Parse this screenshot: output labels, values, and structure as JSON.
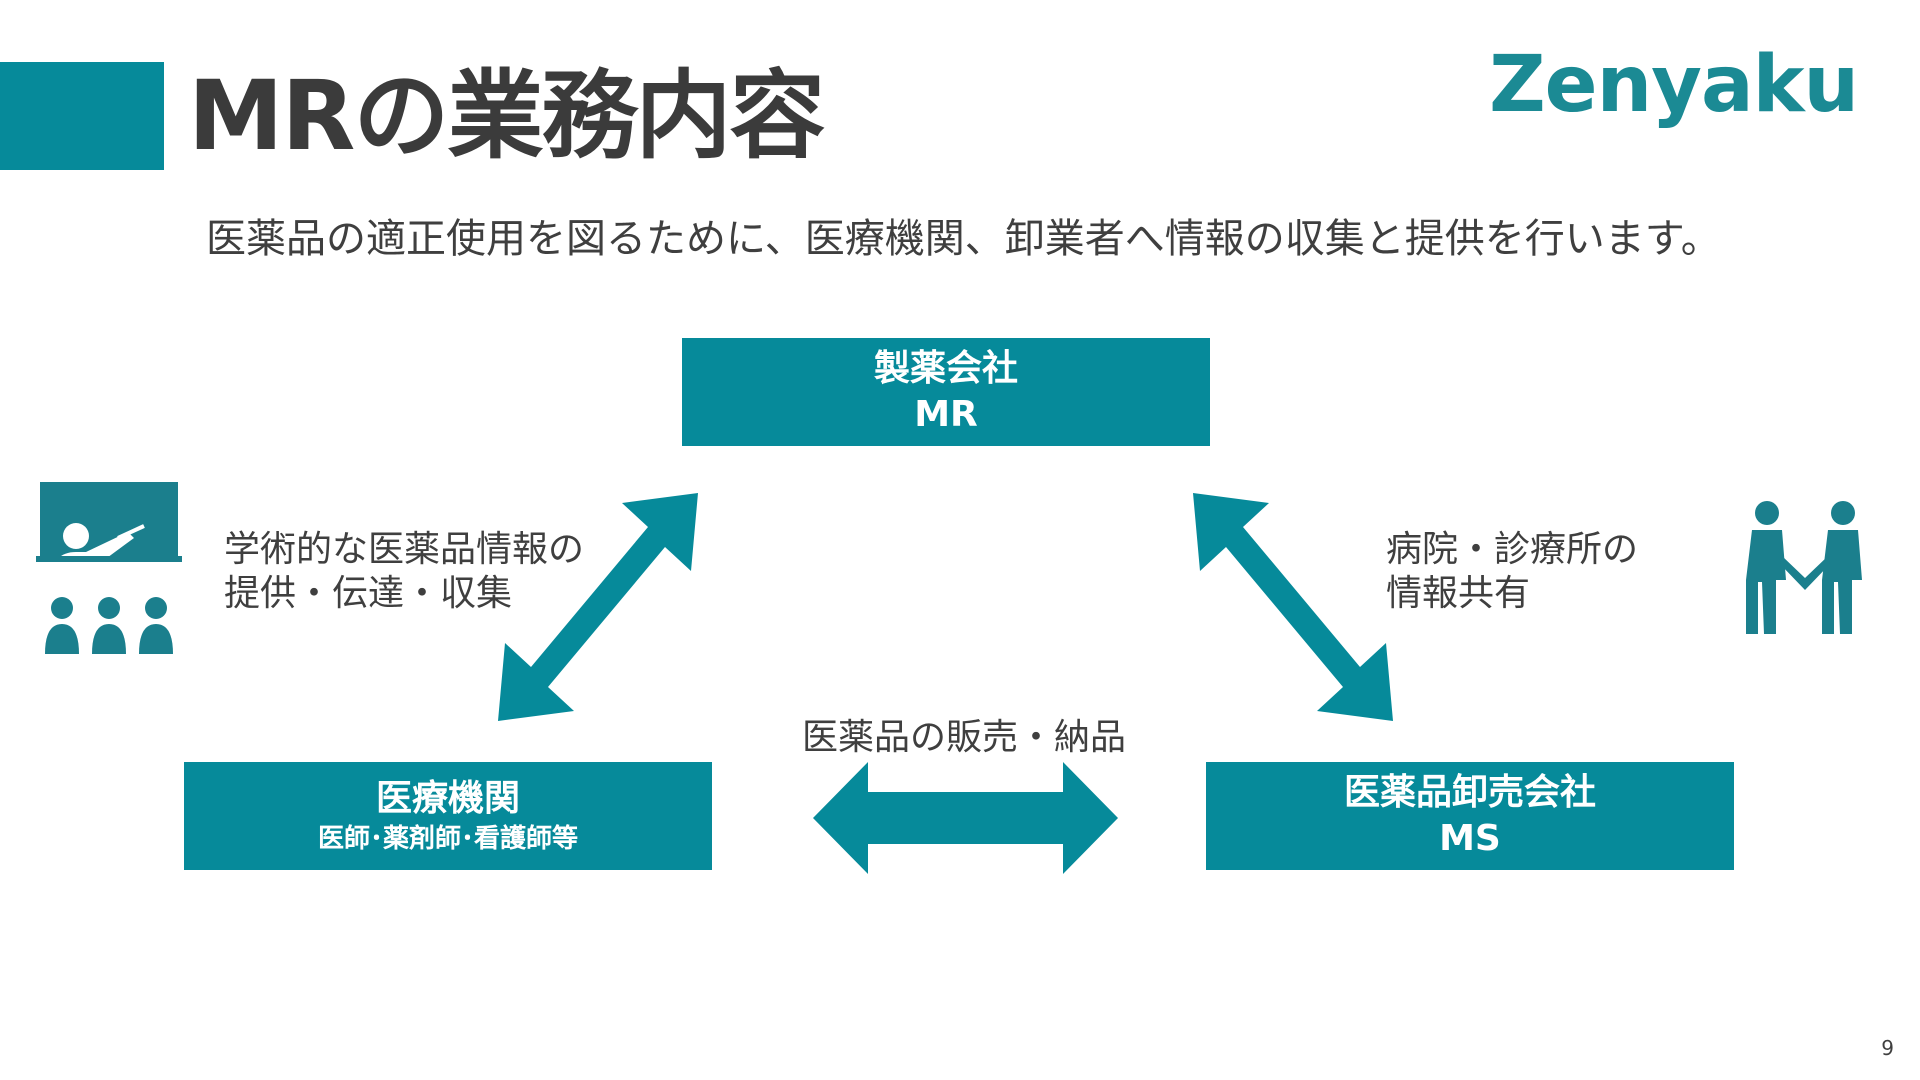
{
  "slide": {
    "title": "MRの業務内容",
    "logo": "Zenyaku",
    "subtitle": "医薬品の適正使用を図るために、医療機関、卸業者へ情報の収集と提供を行います。",
    "page_number": "9",
    "accent_color": "#068a9a"
  },
  "nodes": {
    "top": {
      "line1": "製薬会社",
      "line2": "MR"
    },
    "left": {
      "line1": "医療機関",
      "line2": "医師･薬剤師･看護師等"
    },
    "right": {
      "line1": "医薬品卸売会社",
      "line2": "MS"
    }
  },
  "edges": {
    "left": {
      "line1": "学術的な医薬品情報の",
      "line2": "提供・伝達・収集"
    },
    "right": {
      "line1": "病院・診療所の",
      "line2": "情報共有"
    },
    "bottom": {
      "line1": "医薬品の販売・納品"
    }
  },
  "icons": {
    "left": "presentation-audience-icon",
    "right": "handshake-people-icon",
    "arrows": "double-headed-arrow-icon"
  }
}
